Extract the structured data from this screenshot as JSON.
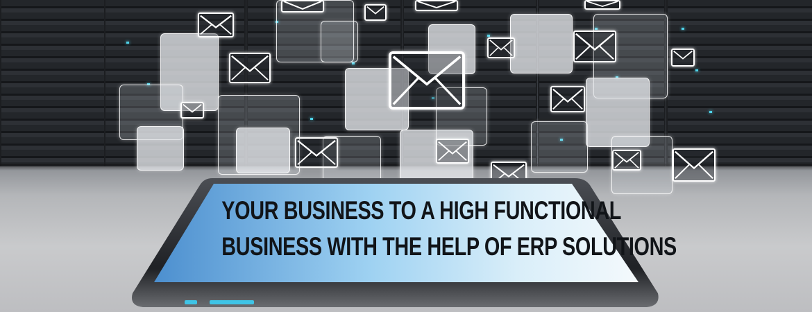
{
  "banner": {
    "headline_line1": "YOUR BUSINESS TO A HIGH FUNCTIONAL",
    "headline_line2": "BUSINESS WITH THE HELP OF ERP SOLUTIONS"
  },
  "icons": {
    "envelope": "envelope-icon",
    "tablet": "tablet-device"
  },
  "colors": {
    "screen_blue": "#6fb6e6",
    "led_cyan": "#4fd2e8",
    "tablet_bezel": "#2a2c30"
  }
}
